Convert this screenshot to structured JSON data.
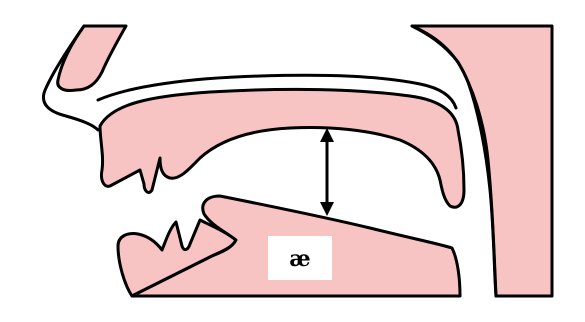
{
  "diagram": {
    "vowel_symbol": "æ",
    "colors": {
      "tissue_fill": "#f7c3c3",
      "outline": "#000000",
      "background": "#ffffff",
      "label_box": "#ffffff"
    },
    "parts": [
      "upper-lip",
      "nasal-cavity",
      "palate",
      "upper-teeth",
      "lower-lip",
      "tongue",
      "pharynx-wall",
      "tongue-height-arrow"
    ]
  }
}
